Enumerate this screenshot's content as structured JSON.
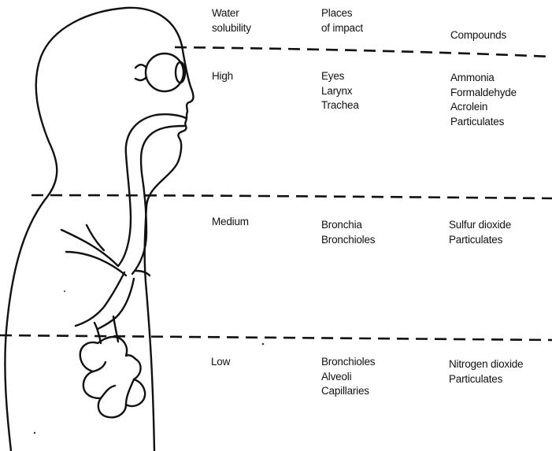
{
  "headers": {
    "water_solubility": [
      "Water",
      "solubility"
    ],
    "places_of_impact": [
      "Places",
      "of impact"
    ],
    "compounds": [
      "Compounds"
    ]
  },
  "rows": [
    {
      "level": "High",
      "places": [
        "Eyes",
        "Larynx",
        "Trachea"
      ],
      "compounds": [
        "Ammonia",
        "Formaldehyde",
        "Acrolein",
        "Particulates"
      ]
    },
    {
      "level": "Medium",
      "places": [
        "Bronchia",
        "Bronchioles"
      ],
      "compounds": [
        "Sulfur dioxide",
        "Particulates"
      ]
    },
    {
      "level": "Low",
      "places": [
        "Bronchioles",
        "Alveoli",
        "Capillaries"
      ],
      "compounds": [
        "Nitrogen dioxide",
        "Particulates"
      ]
    }
  ]
}
